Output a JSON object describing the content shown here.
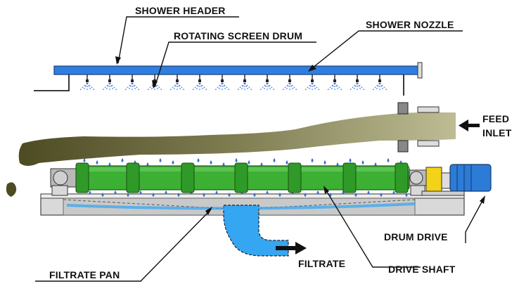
{
  "labels": {
    "shower_header": "SHOWER HEADER",
    "rotating_screen_drum": "ROTATING SCREEN DRUM",
    "shower_nozzle": "SHOWER NOZZLE",
    "feed_inlet_line1": "FEED",
    "feed_inlet_line2": "INLET",
    "drum_drive": "DRUM DRIVE",
    "filtrate": "FILTRATE",
    "drive_shaft": "DRIVE SHAFT",
    "filtrate_pan": "FILTRATE PAN"
  },
  "colors": {
    "shower_header": "#2e7fe0",
    "drum": "#3cb033",
    "drum_dark": "#1f7a1e",
    "sludge": "#a8a880",
    "sludge_dark": "#5c5a2a",
    "filtrate": "#35a6f2",
    "motor": "#2c7bd6",
    "gearbox": "#f2d317",
    "frame": "#d8d8d8",
    "drops": "#3a6fd0"
  },
  "icons": {
    "filtrate_arrow": "right-arrow-icon",
    "feed_arrow": "left-arrow-icon"
  }
}
